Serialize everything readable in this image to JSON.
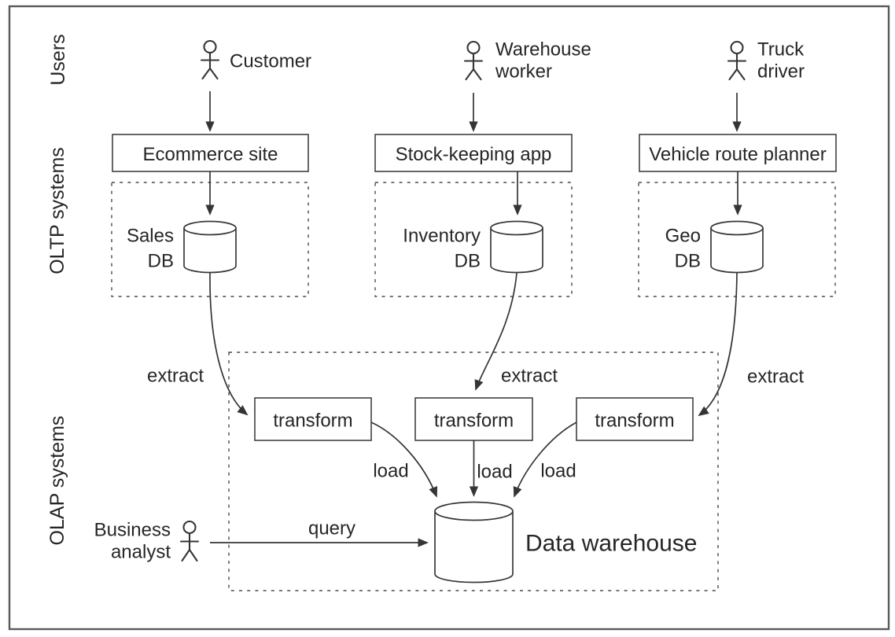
{
  "sections": {
    "users": "Users",
    "oltp": "OLTP systems",
    "olap": "OLAP systems"
  },
  "actors": {
    "customer": {
      "label": "Customer"
    },
    "warehouse_worker": {
      "line1": "Warehouse",
      "line2": "worker"
    },
    "truck_driver": {
      "line1": "Truck",
      "line2": "driver"
    },
    "business_analyst": {
      "line1": "Business",
      "line2": "analyst"
    }
  },
  "oltp_apps": {
    "ecommerce": "Ecommerce site",
    "stock_keeping": "Stock-keeping app",
    "route_planner": "Vehicle route planner"
  },
  "databases": {
    "sales": {
      "line1": "Sales",
      "line2": "DB"
    },
    "inventory": {
      "line1": "Inventory",
      "line2": "DB"
    },
    "geo": {
      "line1": "Geo",
      "line2": "DB"
    }
  },
  "transforms": {
    "t1": "transform",
    "t2": "transform",
    "t3": "transform"
  },
  "warehouse": {
    "label": "Data warehouse"
  },
  "edge_labels": {
    "extract_sales": "extract",
    "extract_inventory": "extract",
    "extract_geo": "extract",
    "load_sales": "load",
    "load_inventory": "load",
    "load_geo": "load",
    "query": "query"
  },
  "colors": {
    "ink": "#353535",
    "text": "#262626",
    "border": "#58595b",
    "background": "#ffffff"
  }
}
